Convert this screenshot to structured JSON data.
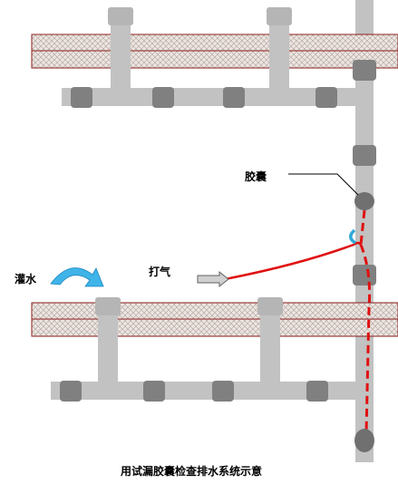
{
  "labels": {
    "bladder": "胶囊",
    "inflate": "打气",
    "pour_water": "灌水"
  },
  "caption": "用试漏胶囊检查排水系统示意",
  "colors": {
    "pipe": "#c2c2c2",
    "fitting": "#808080",
    "slab_fill": "#e4dcd8",
    "slab_border": "#8b1c1c",
    "dash_line": "#e01010",
    "arrow": "#3fb4e8"
  }
}
